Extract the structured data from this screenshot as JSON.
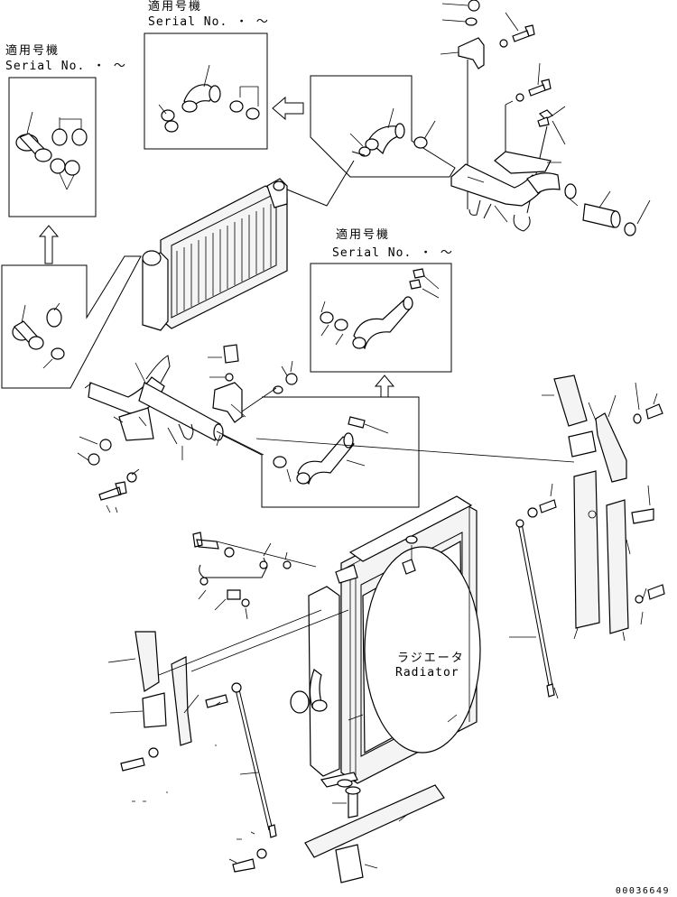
{
  "serial_boxes": [
    {
      "jp": "適用号機",
      "en": "Serial No.  ・ ～"
    },
    {
      "jp": "適用号機",
      "en": "Serial No.  ・ ～"
    },
    {
      "jp": "適用号機",
      "en": "Serial No.  ・ ～"
    }
  ],
  "radiator_label": {
    "jp": "ラジエータ",
    "en": "Radiator"
  },
  "drawing_number": "00036649"
}
